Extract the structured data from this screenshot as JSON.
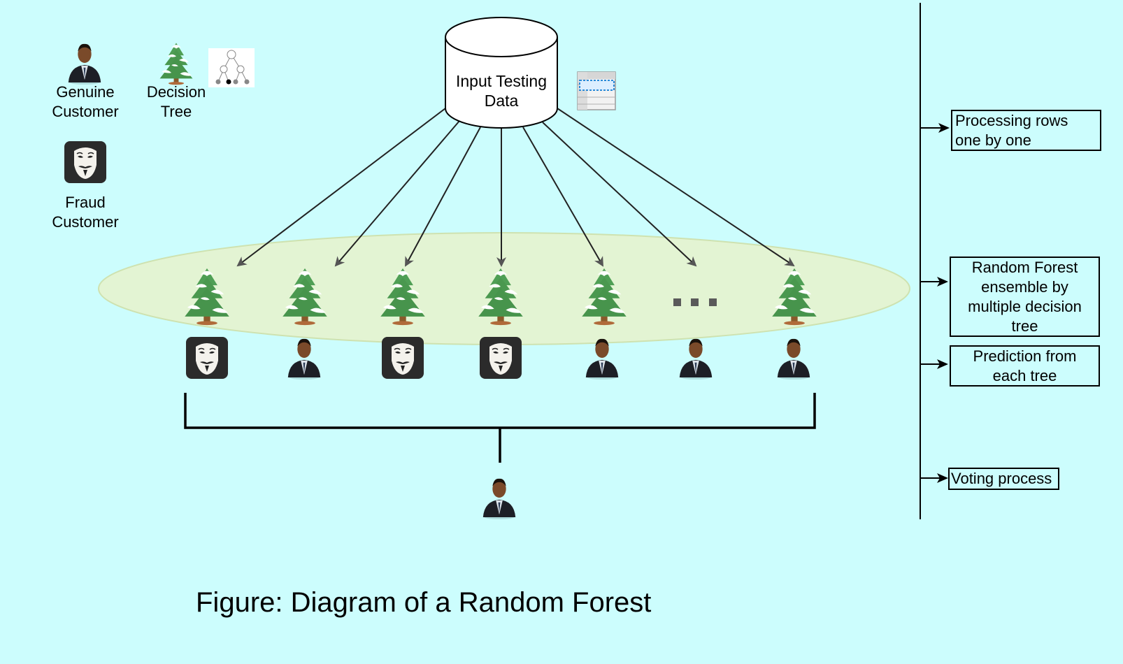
{
  "legend": {
    "genuine_label": "Genuine Customer",
    "tree_label": "Decision Tree",
    "fraud_label": "Fraud Customer"
  },
  "input": {
    "label": "Input Testing Data"
  },
  "ellipsis": "...",
  "predictions": [
    "fraud",
    "genuine",
    "fraud",
    "fraud",
    "genuine",
    "genuine",
    "genuine"
  ],
  "final_prediction": "genuine",
  "steps": [
    "Processing rows one by one",
    "Random Forest ensemble by multiple decision tree",
    "Prediction from each tree",
    "Voting process"
  ],
  "caption": "Figure: Diagram of a Random Forest",
  "colors": {
    "background": "#ccfdfd",
    "ensemble_fill": "#e6f4cf",
    "tree_green": "#3f9a4a",
    "arrow": "#222222"
  }
}
